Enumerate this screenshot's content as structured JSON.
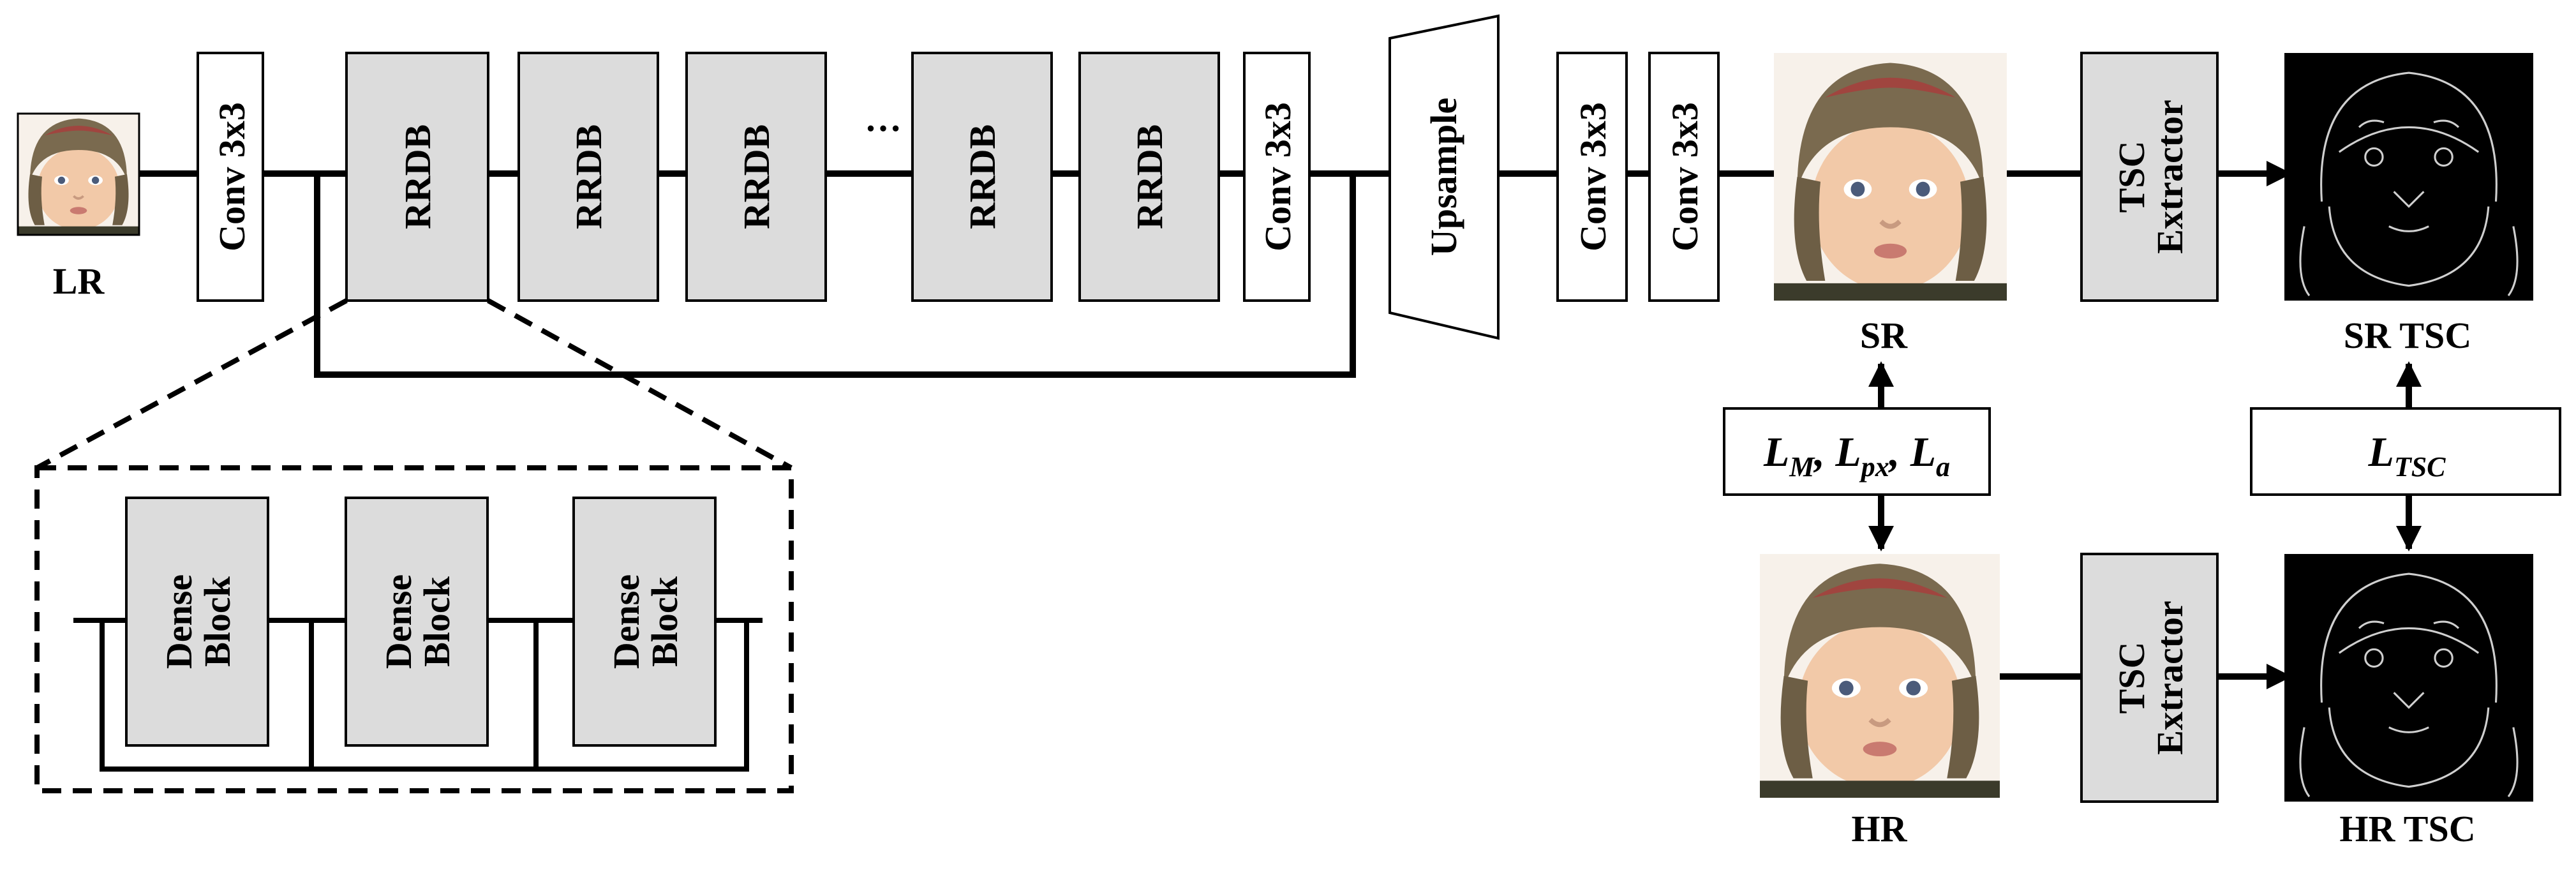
{
  "inputs": {
    "lr": "LR"
  },
  "main_path": {
    "conv_in": "Conv 3x3",
    "rrdb_label": "RRDB",
    "ellipsis": "…",
    "conv_mid": "Conv 3x3",
    "upsample": "Upsample",
    "conv_out": "Conv 3x3"
  },
  "dense_block": {
    "line1": "Dense",
    "line2": "Block"
  },
  "outputs": {
    "sr": "SR",
    "hr": "HR",
    "sr_tsc": "SR TSC",
    "hr_tsc": "HR TSC"
  },
  "tsc_extractor": {
    "line1": "TSC",
    "line2": "Extractor"
  },
  "losses": {
    "pixel_loss": {
      "l1": "L",
      "s1": "M",
      "sep1": ", ",
      "l2": "L",
      "s2": "px",
      "sep2": ", ",
      "l3": "L",
      "s3": "a"
    },
    "tsc_loss": {
      "l": "L",
      "s": "TSC"
    }
  },
  "colors": {
    "block_fill": "#dcdcdc",
    "line": "#000000",
    "skin": "#f2c9a8",
    "hat": "#7a6a4f",
    "hat_red": "#a0453f"
  },
  "icons": {
    "face": "baby-face-image",
    "tsc_map": "edge-map-image",
    "arrow": "arrowhead"
  }
}
